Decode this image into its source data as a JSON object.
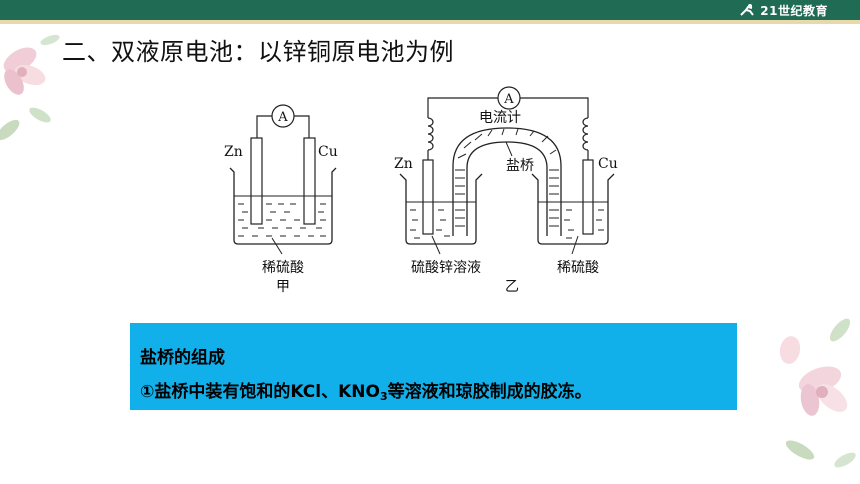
{
  "header": {
    "brand_text": "21世纪教育"
  },
  "slide": {
    "title": "二、双液原电池：以锌铜原电池为例"
  },
  "diagram_left": {
    "meter_symbol": "A",
    "electrode_left": "Zn",
    "electrode_right": "Cu",
    "solution_label": "稀硫酸",
    "caption": "甲"
  },
  "diagram_right": {
    "meter_symbol": "A",
    "meter_label": "电流计",
    "bridge_label": "盐桥",
    "electrode_left": "Zn",
    "electrode_right": "Cu",
    "solution_left": "硫酸锌溶液",
    "solution_right": "稀硫酸",
    "caption": "乙"
  },
  "info_box": {
    "heading": "盐桥的组成",
    "line_prefix": "①盐桥中装有饱和的KCl、KNO",
    "line_sub": "3",
    "line_suffix": "等溶液和琼胶制成的胶冻。"
  },
  "colors": {
    "top_bar": "#1f6b53",
    "info_box_bg": "#12b0ea"
  }
}
